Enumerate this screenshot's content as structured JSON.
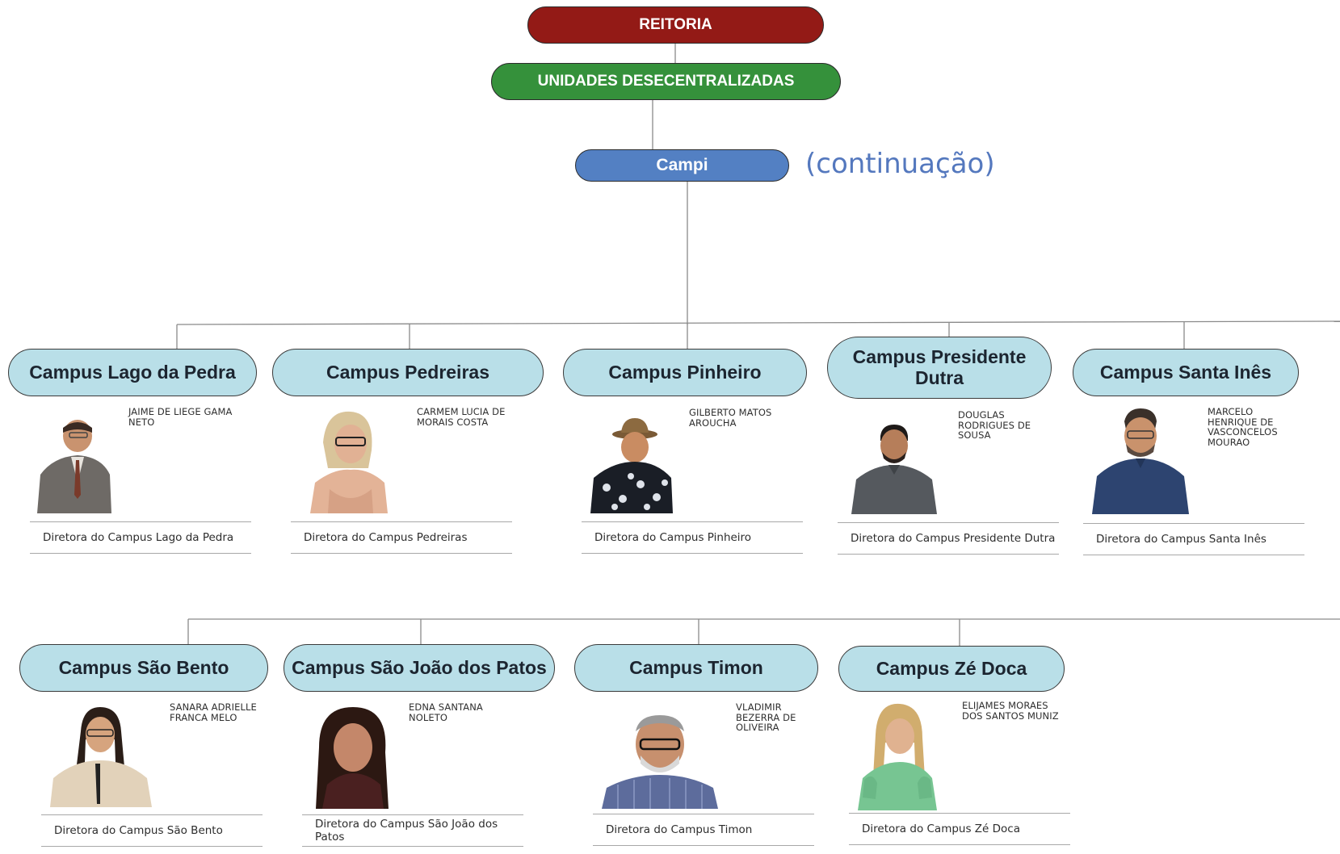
{
  "header": {
    "reitoria": "REITORIA",
    "unidades": "UNIDADES DESECENTRALIZADAS",
    "campi": "Campi",
    "continuacao": "(continuação)"
  },
  "colors": {
    "reitoria": "#931a16",
    "unidades": "#35913b",
    "campi": "#5380c3",
    "campus_box": "#b9dfe8",
    "continuacao_text": "#5478be"
  },
  "campuses": [
    {
      "title": "Campus Lago da Pedra",
      "director": "JAIME DE LIEGE GAMA NETO",
      "role": "Diretora do Campus Lago da Pedra"
    },
    {
      "title": "Campus Pedreiras",
      "director": "CARMEM LUCIA DE MORAIS COSTA",
      "role": "Diretora do Campus Pedreiras"
    },
    {
      "title": "Campus Pinheiro",
      "director": "GILBERTO MATOS AROUCHA",
      "role": "Diretora do Campus Pinheiro"
    },
    {
      "title": "Campus Presidente Dutra",
      "director": "DOUGLAS RODRIGUES DE SOUSA",
      "role": "Diretora do Campus Presidente Dutra"
    },
    {
      "title": "Campus Santa Inês",
      "director": "MARCELO HENRIQUE DE VASCONCELOS MOURAO",
      "role": "Diretora do Campus Santa Inês"
    },
    {
      "title": "Campus São Bento",
      "director": "SANARA ADRIELLE FRANCA MELO",
      "role": "Diretora do Campus São Bento"
    },
    {
      "title": "Campus São João dos Patos",
      "director": "EDNA SANTANA NOLETO",
      "role": "Diretora do Campus São João dos Patos"
    },
    {
      "title": "Campus Timon",
      "director": "VLADIMIR BEZERRA DE OLIVEIRA",
      "role": "Diretora do Campus Timon"
    },
    {
      "title": "Campus Zé Doca",
      "director": "ELIJAMES MORAES DOS SANTOS MUNIZ",
      "role": "Diretora do Campus Zé Doca"
    }
  ]
}
